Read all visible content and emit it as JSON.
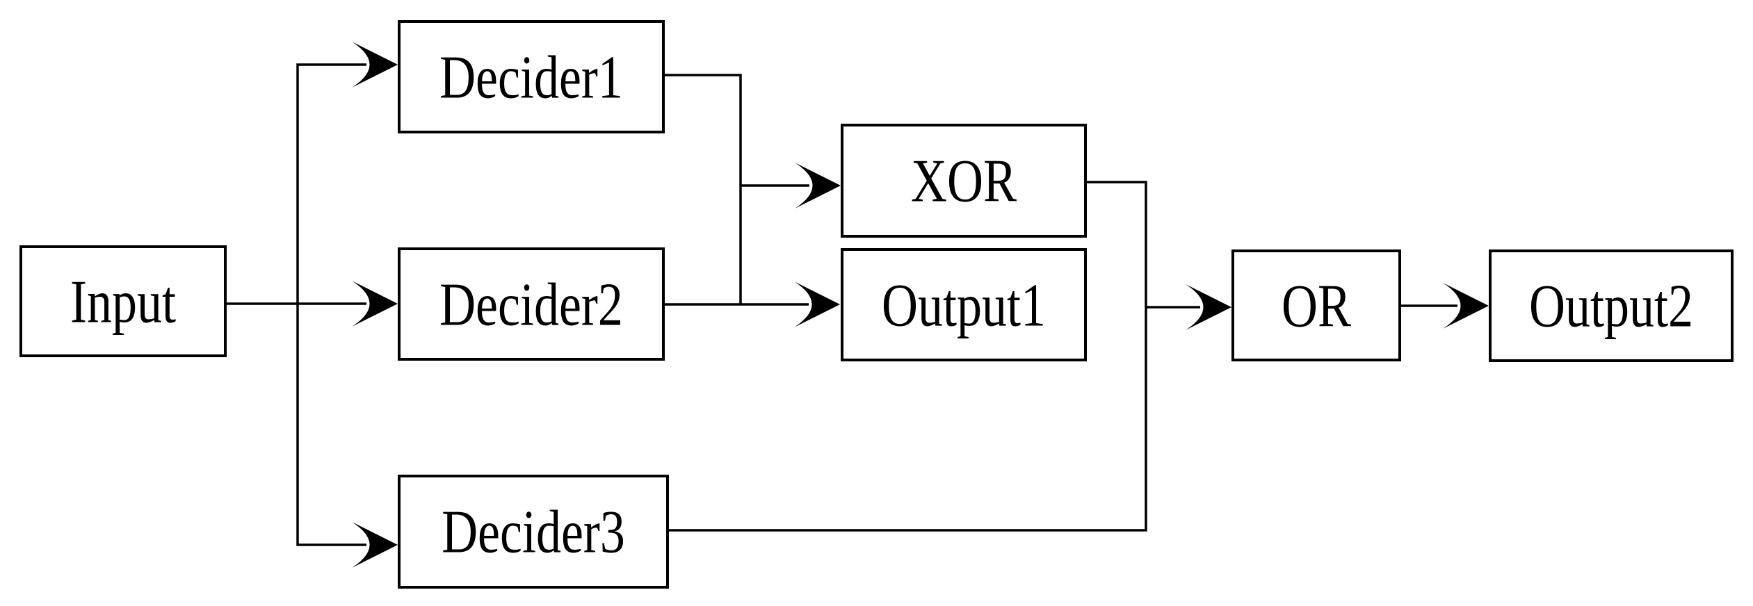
{
  "diagram": {
    "type": "block-diagram",
    "colors": {
      "background": "#ffffff",
      "box_fill": "#ffffff",
      "box_border": "#000000",
      "line": "#000000",
      "text": "#000000"
    },
    "nodes": {
      "input": {
        "label": "Input"
      },
      "decider1": {
        "label": "Decider1"
      },
      "decider2": {
        "label": "Decider2"
      },
      "decider3": {
        "label": "Decider3"
      },
      "xor": {
        "label": "XOR"
      },
      "output1": {
        "label": "Output1"
      },
      "or": {
        "label": "OR"
      },
      "output2": {
        "label": "Output2"
      }
    },
    "edges": [
      {
        "from": [
          "input"
        ],
        "to": "decider1",
        "arrow": true
      },
      {
        "from": [
          "input"
        ],
        "to": "decider2",
        "arrow": true
      },
      {
        "from": [
          "input"
        ],
        "to": "decider3",
        "arrow": true
      },
      {
        "from": [
          "decider1",
          "decider2"
        ],
        "to": "xor",
        "arrow": true
      },
      {
        "from": [
          "decider1",
          "decider2"
        ],
        "to": "output1",
        "arrow": true
      },
      {
        "from": [
          "xor",
          "decider3"
        ],
        "to": "or",
        "arrow": true
      },
      {
        "from": [
          "or"
        ],
        "to": "output2",
        "arrow": true
      }
    ]
  }
}
